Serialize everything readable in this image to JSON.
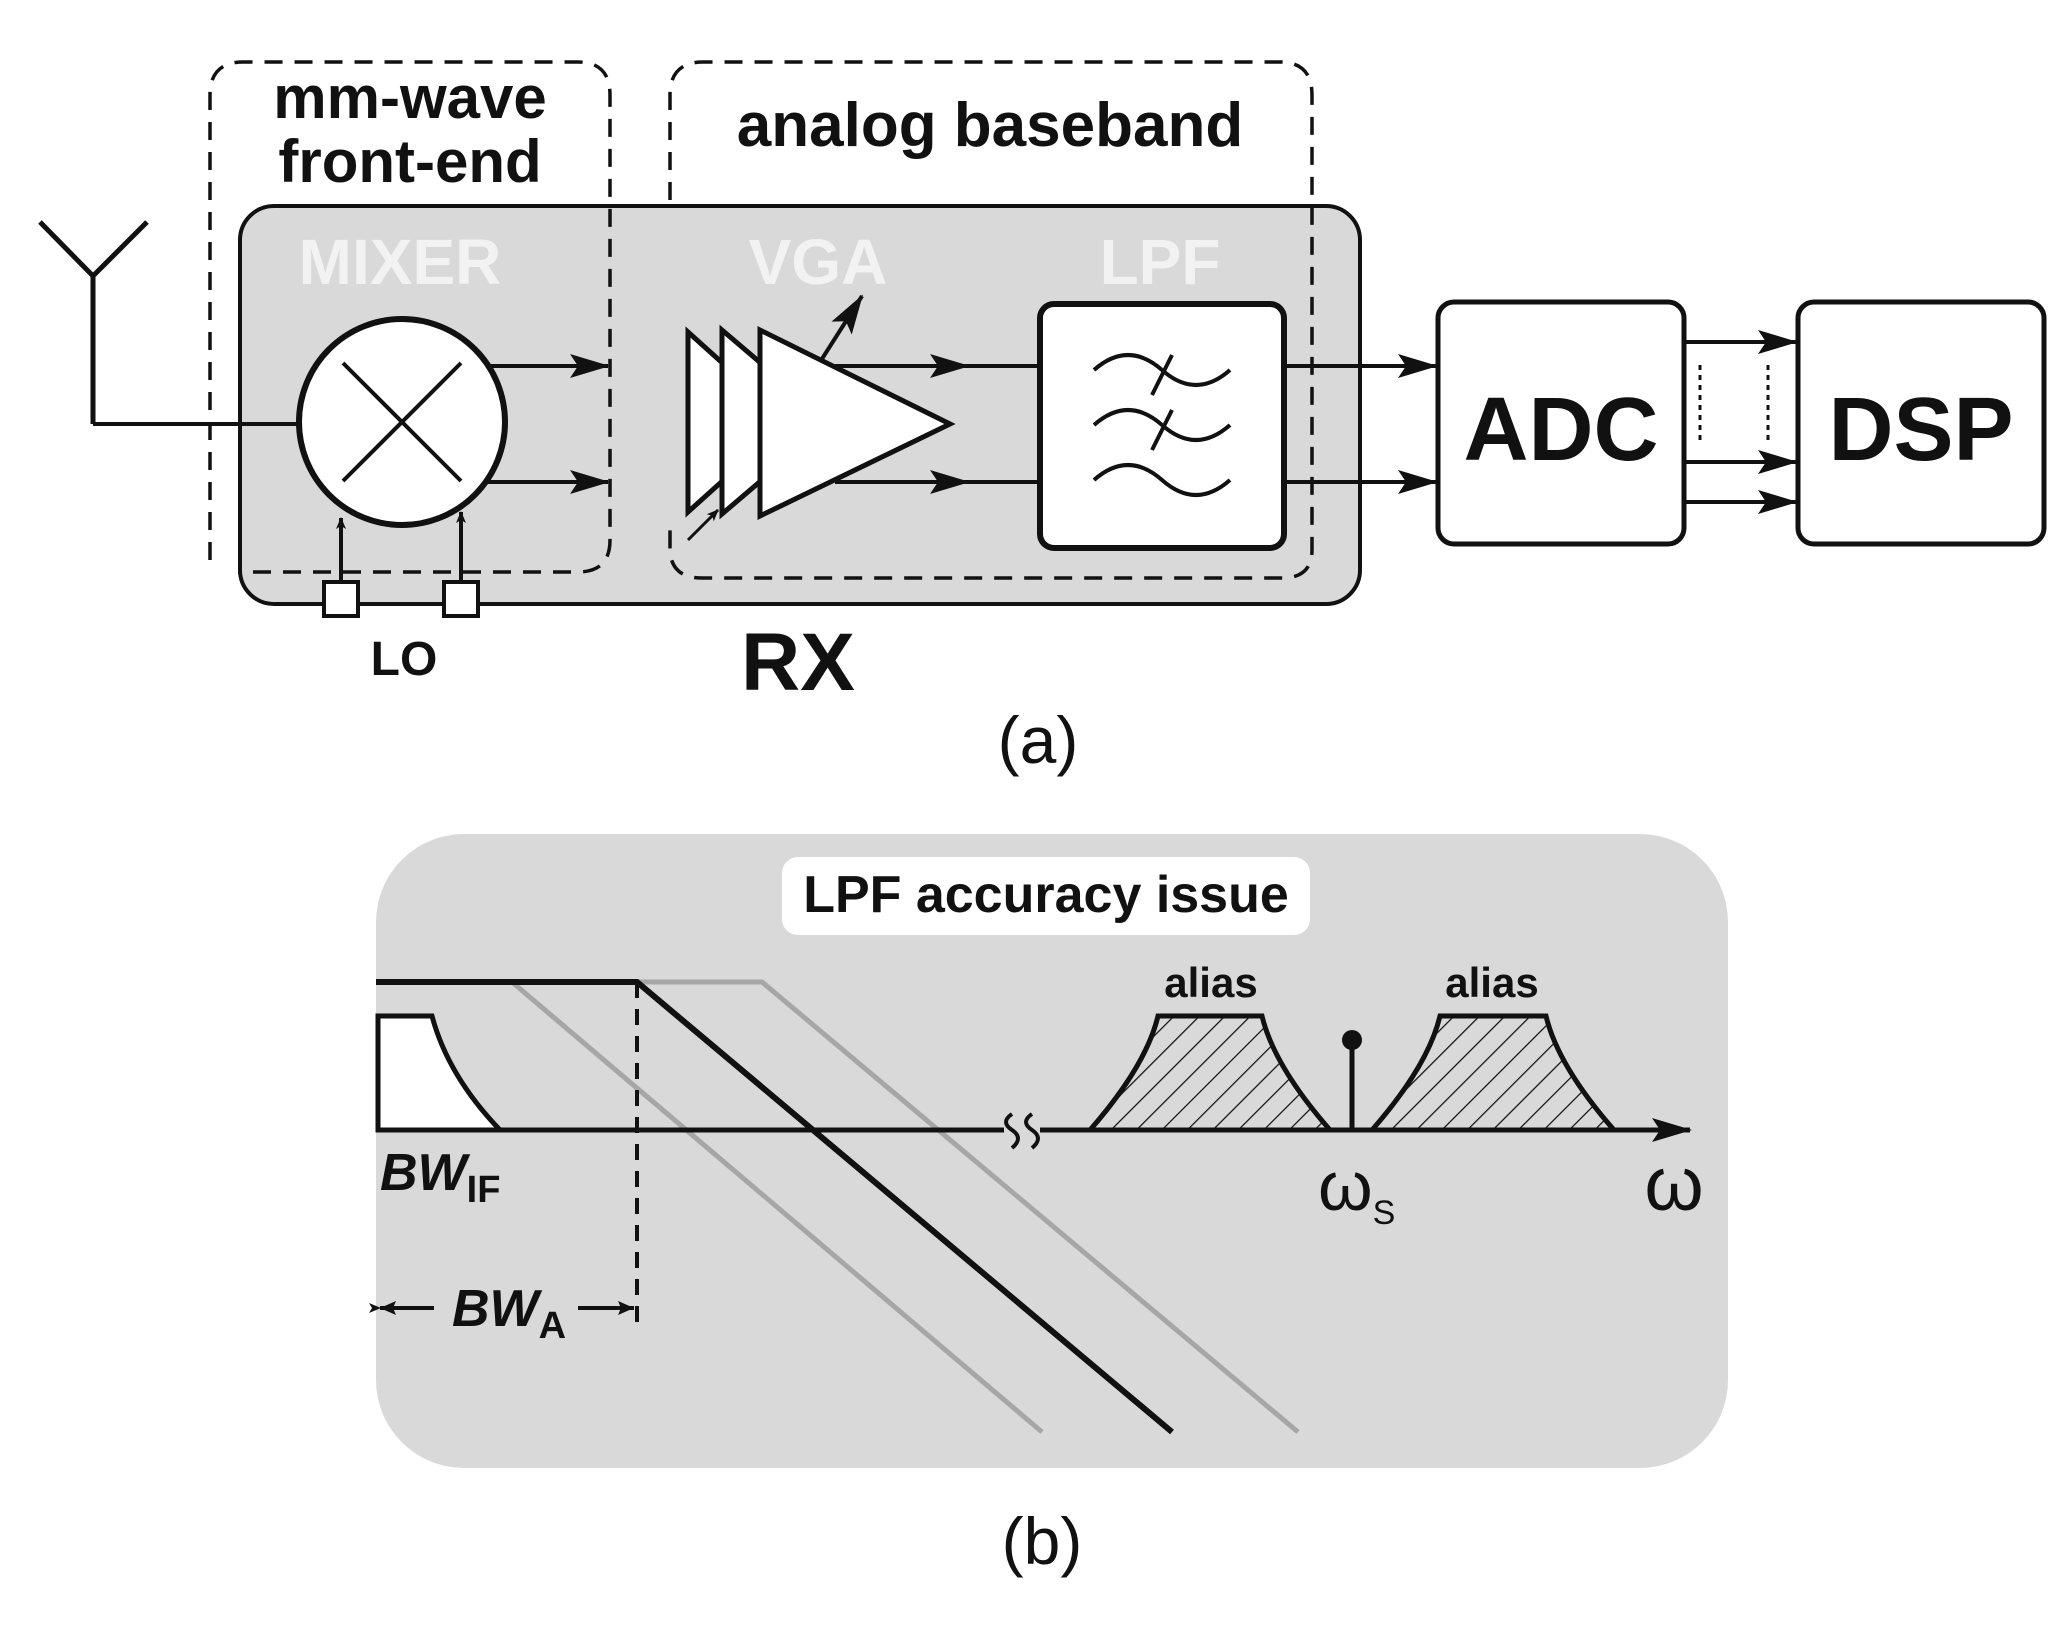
{
  "part_a": {
    "frontend_label_line1": "mm-wave",
    "frontend_label_line2": "front-end",
    "baseband_label": "analog baseband",
    "mixer_label": "MIXER",
    "vga_label": "VGA",
    "lpf_label": "LPF",
    "adc_label": "ADC",
    "dsp_label": "DSP",
    "lo_label": "LO",
    "rx_label": "RX",
    "caption": "(a)"
  },
  "part_b": {
    "title": "LPF accuracy issue",
    "alias_left": "alias",
    "alias_right": "alias",
    "bw_if_main": "BW",
    "bw_if_sub": "IF",
    "bw_a_main": "BW",
    "bw_a_sub": "A",
    "omega_s_main": "ω",
    "omega_s_sub": "S",
    "omega": "ω",
    "caption": "(b)"
  },
  "colors": {
    "panel_gray": "#d9d9d9",
    "block_label_white": "#f2f2f2",
    "line_black": "#111111",
    "shifted_filter_gray": "#a6a6a6"
  }
}
